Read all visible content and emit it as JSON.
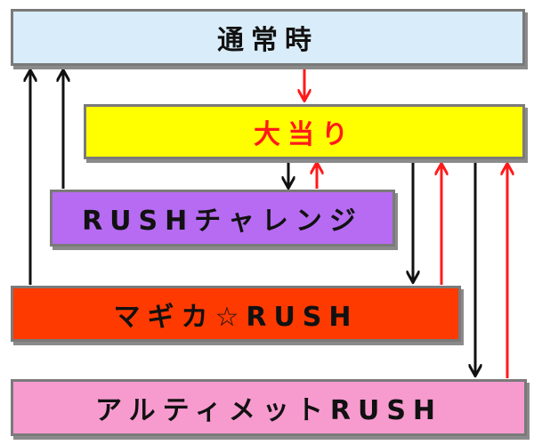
{
  "diagram": {
    "nodes": [
      {
        "id": "normal",
        "label": "通常時",
        "color": "#d9ecf9"
      },
      {
        "id": "jackpot",
        "label": "大当り",
        "color": "#ffff00",
        "text_color": "#ff1a1a"
      },
      {
        "id": "challenge",
        "label": "RUSHチャレンジ",
        "color": "#b66bf2"
      },
      {
        "id": "magica",
        "label": "マギカ☆RUSH",
        "color": "#ff3a00"
      },
      {
        "id": "ultimate",
        "label": "アルティメットRUSH",
        "color": "#f79bcf"
      }
    ],
    "edges": [
      {
        "from": "normal",
        "to": "jackpot",
        "color": "red"
      },
      {
        "from": "jackpot",
        "to": "challenge",
        "color": "black"
      },
      {
        "from": "challenge",
        "to": "jackpot",
        "color": "red"
      },
      {
        "from": "challenge",
        "to": "normal",
        "color": "black"
      },
      {
        "from": "magica",
        "to": "normal",
        "color": "black"
      },
      {
        "from": "jackpot",
        "to": "magica",
        "color": "black"
      },
      {
        "from": "magica",
        "to": "jackpot",
        "color": "red"
      },
      {
        "from": "jackpot",
        "to": "ultimate",
        "color": "black"
      },
      {
        "from": "ultimate",
        "to": "jackpot",
        "color": "red"
      }
    ],
    "colors": {
      "black_arrow": "#111111",
      "red_arrow": "#ff1a1a",
      "border": "#7a7a7a"
    }
  }
}
